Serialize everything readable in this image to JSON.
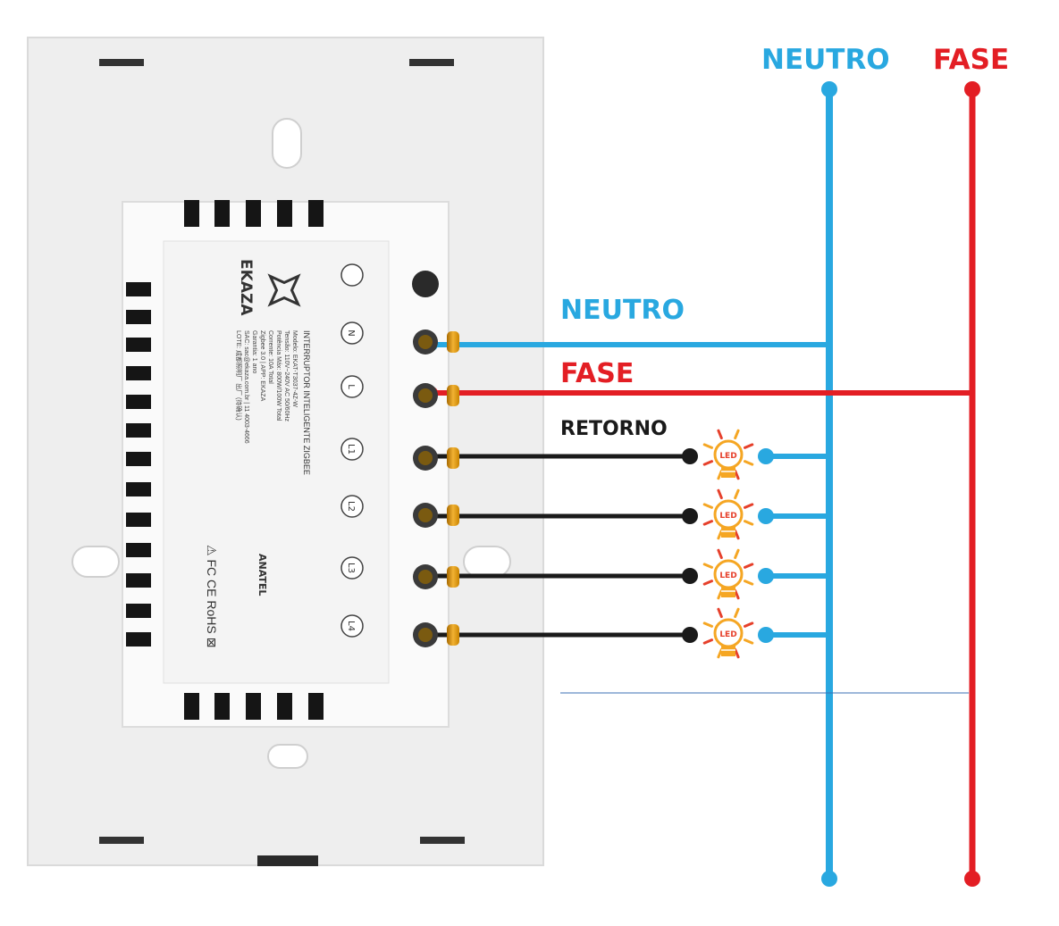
{
  "headers": {
    "neutral": "NEUTRO",
    "phase": "FASE"
  },
  "wire_labels": {
    "neutral": "NEUTRO",
    "phase": "FASE",
    "return": "RETORNO"
  },
  "device": {
    "brand": "EKAZA",
    "product": "INTERRUPTOR INTELIGENTE ZIGBEE",
    "specs": [
      "Modelo: EKAT-T3037-4Z-W",
      "Tensão: 110V~240V AC 50/60Hz",
      "Potência Máx: 800W/100W Total",
      "Corrente: 10A Total",
      "Zigbee 3.0 | APP: EKAZA",
      "Garantia: 1 ano",
      "SAC: sac@ekaza.com.br | 11 4003-4666",
      "LOTE: 成都照明厂 出厂 (待确认)"
    ],
    "cert_marks": "⚠ FC CE RoHS ⊠",
    "cert_body": "ANATEL",
    "terminals": [
      "",
      "N",
      "L",
      "L1",
      "L2",
      "L3",
      "L4"
    ]
  },
  "lamps": [
    "LED",
    "LED",
    "LED",
    "LED"
  ],
  "colors": {
    "neutral": "#29a8e0",
    "phase": "#e31e24",
    "return": "#1a1a1a",
    "bulb": "#f5a623",
    "plate": "#efefef"
  }
}
